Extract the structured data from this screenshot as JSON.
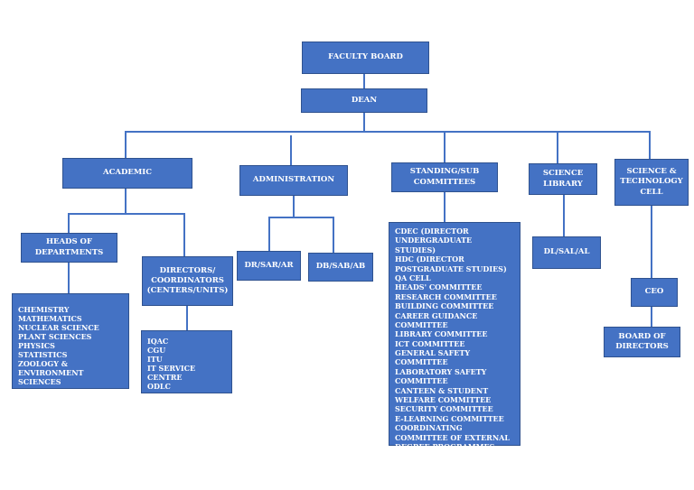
{
  "org_chart": {
    "faculty_board": "FACULTY BOARD",
    "dean": "DEAN",
    "academic": "ACADEMIC",
    "administration": "ADMINISTRATION",
    "standing": "STANDING/SUB COMMITTEES",
    "library": "SCIENCE LIBRARY",
    "tech_cell": "SCIENCE & TECHNOLOGY CELL",
    "heads": "HEADS OF DEPARTMENTS",
    "directors": "DIRECTORS/ COORDINATORS (CENTERS/UNITS)",
    "dr_sar_ar": "DR/SAR/AR",
    "db_sab_ab": "DB/SAB/AB",
    "dl_sal_al": "DL/SAL/AL",
    "ceo": "CEO",
    "board_of_directors": "BOARD OF DIRECTORS",
    "departments": [
      "CHEMISTRY",
      "MATHEMATICS",
      "NUCLEAR SCIENCE",
      "PLANT SCIENCES",
      "PHYSICS",
      "STATISTICS",
      "ZOOLOGY & ENVIRONMENT SCIENCES"
    ],
    "centers": [
      "IQAC",
      "CGU",
      "ITU",
      "IT SERVICE CENTRE",
      "ODLC"
    ],
    "committees": [
      "CDEC (DIRECTOR UNDERGRADUATE STUDIES)",
      "HDC (DIRECTOR POSTGRADUATE STUDIES)",
      "QA CELL",
      "HEADS' COMMITTEE",
      "RESEARCH COMMITTEE",
      "BUILDING COMMITTEE",
      "CAREER GUIDANCE COMMITTEE",
      "LIBRARY COMMITTEE",
      "ICT COMMITTEE",
      "GENERAL SAFETY COMMITTEE",
      "LABORATORY SAFETY COMMITTEE",
      "CANTEEN & STUDENT WELFARE COMMITTEE",
      "SECURITY COMMITTEE",
      "E-LEARNING COMMITTEE",
      "COORDINATING COMMITTEE OF EXTERNAL DEGREE PROGRAMMES"
    ]
  }
}
